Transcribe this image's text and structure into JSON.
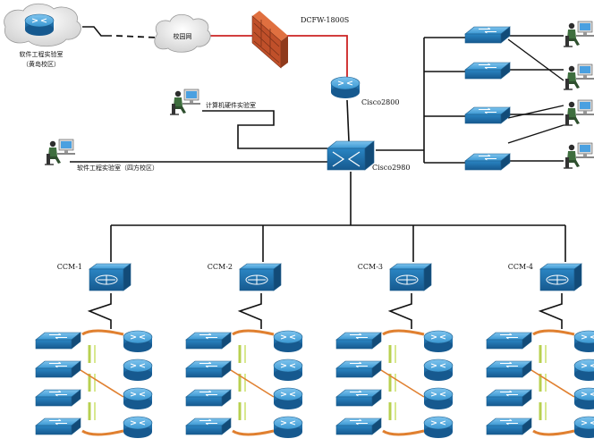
{
  "nodes": {
    "software_lab_huangdao": {
      "line1": "软件工程实验室",
      "line2": "（黄岛校区）"
    },
    "campus_network": {
      "label": "校园网"
    },
    "firewall": {
      "label": "DCFW-1800S"
    },
    "router": {
      "label": "Cisco2800"
    },
    "core_switch": {
      "label": "Cisco2980"
    },
    "hardware_lab": {
      "label": "计算机硬件实验室"
    },
    "software_lab_sifang": {
      "label": "软件工程实验室（四方校区）"
    },
    "ccm": [
      {
        "label": "CCM-1"
      },
      {
        "label": "CCM-2"
      },
      {
        "label": "CCM-3"
      },
      {
        "label": "CCM-4"
      }
    ]
  },
  "colors": {
    "device_blue": "#2f8fcf",
    "wan_link": "#cc2222",
    "lan_link": "#111111",
    "cloud": "#e8e8e8",
    "firewall": "#c0502a",
    "stack_orange": "#e08030",
    "stack_green": "#b8d050"
  }
}
